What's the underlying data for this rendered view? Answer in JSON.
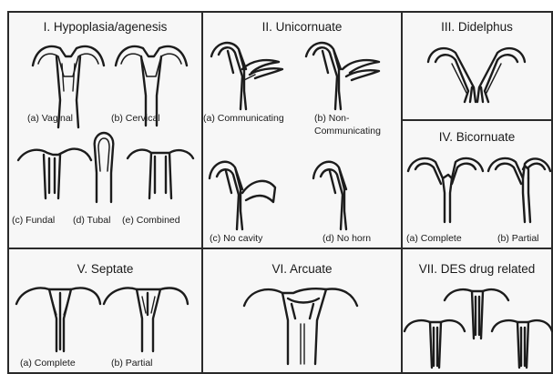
{
  "panels": [
    {
      "title": "I. Hypoplasia/agenesis",
      "captions": [
        "(a) Vaginal",
        "(b) Cervical",
        "(c) Fundal",
        "(d) Tubal",
        "(e) Combined"
      ]
    },
    {
      "title": "II. Unicornuate",
      "captions": [
        "(a) Communicating",
        "(b) Non-",
        "Communicating",
        "(c) No cavity",
        "(d) No horn"
      ]
    },
    {
      "title": "III. Didelphus",
      "captions": []
    },
    {
      "title": "IV. Bicornuate",
      "captions": [
        "(a) Complete",
        "(b) Partial"
      ]
    },
    {
      "title": "V. Septate",
      "captions": [
        "(a) Complete",
        "(b) Partial"
      ]
    },
    {
      "title": "VI. Arcuate",
      "captions": []
    },
    {
      "title": "VII. DES drug related",
      "captions": []
    }
  ]
}
